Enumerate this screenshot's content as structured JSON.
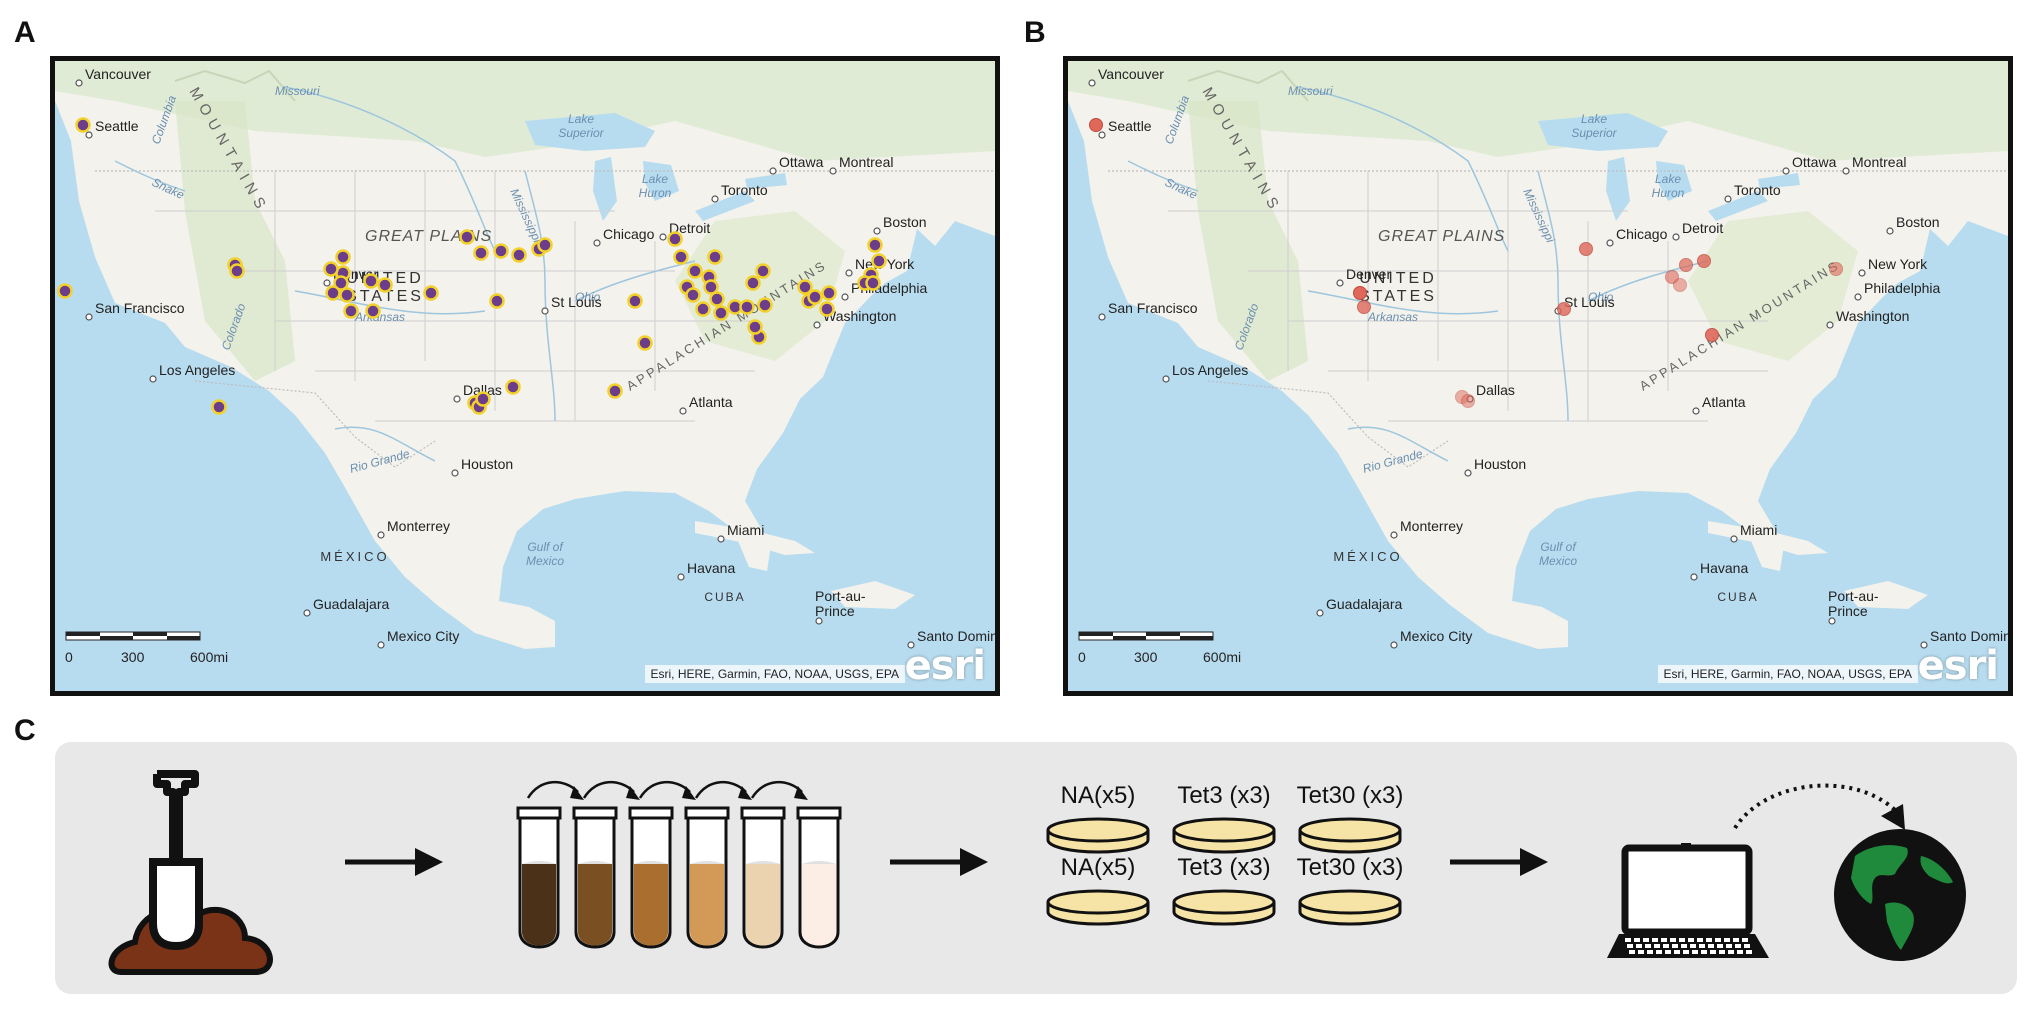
{
  "panels": {
    "a": "A",
    "b": "B",
    "c": "C"
  },
  "map": {
    "places": {
      "vancouver": "Vancouver",
      "seattle": "Seattle",
      "san_francisco": "San Francisco",
      "los_angeles": "Los Angeles",
      "denver": "Denver",
      "dallas": "Dallas",
      "houston": "Houston",
      "st_louis": "St Louis",
      "chicago": "Chicago",
      "detroit": "Detroit",
      "toronto": "Toronto",
      "ottawa": "Ottawa",
      "montreal": "Montreal",
      "boston": "Boston",
      "new_york": "New York",
      "philadelphia": "Philadelphia",
      "washington": "Washington",
      "atlanta": "Atlanta",
      "miami": "Miami",
      "havana": "Havana",
      "monterrey": "Monterrey",
      "guadalajara": "Guadalajara",
      "mexico_city": "Mexico City",
      "port_au_prince_1": "Port-au-",
      "port_au_prince_2": "Prince",
      "santo_domingo": "Santo Domingo"
    },
    "regions": {
      "united": "UNITED",
      "states": "STATES",
      "great_plains": "GREAT PLAINS",
      "appalachian": "APPALACHIAN MOUNTAINS",
      "mountains": "MOUNTAINS",
      "mexico": "MÉXICO",
      "cuba": "CUBA",
      "gulf_1": "Gulf of",
      "gulf_2": "Mexico",
      "lake_superior_1": "Lake",
      "lake_superior_2": "Superior",
      "lake_huron_1": "Lake",
      "lake_huron_2": "Huron",
      "missouri": "Missouri",
      "mississippi": "Mississippi",
      "ohio": "Ohio",
      "arkansas": "Arkansas",
      "colorado": "Colorado",
      "snake": "Snake",
      "columbia": "Columbia",
      "rio_grande": "Rio Grande"
    },
    "scale": {
      "t0": "0",
      "t1": "300",
      "t2": "600mi"
    },
    "attribution": "Esri, HERE, Garmin, FAO, NOAA, USGS, EPA",
    "logo": "esri",
    "colors": {
      "point_a_fill": "#6b3d8a",
      "point_a_ring": "#f2d12a",
      "point_b": "#e0685a"
    }
  },
  "workflow": {
    "plates": [
      {
        "label": "NA(x5)"
      },
      {
        "label": "Tet3 (x3)"
      },
      {
        "label": "Tet30 (x3)"
      },
      {
        "label": "NA(x5)"
      },
      {
        "label": "Tet3 (x3)"
      },
      {
        "label": "Tet30 (x3)"
      }
    ],
    "tube_colors": [
      "#4a3118",
      "#7a4f22",
      "#aa6f2e",
      "#d29a56",
      "#ecd3b0",
      "#fdeee5"
    ],
    "icons": [
      "shovel-soil-icon",
      "dilution-tubes-icon",
      "agar-plates-icon",
      "laptop-icon",
      "globe-icon"
    ]
  }
}
